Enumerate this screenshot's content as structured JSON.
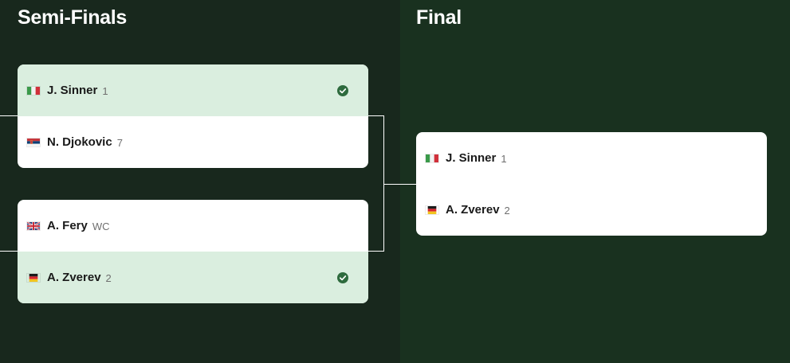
{
  "rounds": {
    "semi_finals": {
      "title": "Semi-Finals"
    },
    "final": {
      "title": "Final"
    }
  },
  "matches": {
    "semi1": {
      "players": [
        {
          "flag": "italy-flag-icon",
          "name": "J. Sinner",
          "seed": "1",
          "winner": true
        },
        {
          "flag": "serbia-flag-icon",
          "name": "N. Djokovic",
          "seed": "7",
          "winner": false
        }
      ]
    },
    "semi2": {
      "players": [
        {
          "flag": "uk-flag-icon",
          "name": "A. Fery",
          "seed": "WC",
          "winner": false
        },
        {
          "flag": "germany-flag-icon",
          "name": "A. Zverev",
          "seed": "2",
          "winner": true
        }
      ]
    },
    "final": {
      "players": [
        {
          "flag": "italy-flag-icon",
          "name": "J. Sinner",
          "seed": "1",
          "winner": false
        },
        {
          "flag": "germany-flag-icon",
          "name": "A. Zverev",
          "seed": "2",
          "winner": false
        }
      ]
    }
  },
  "icons": {
    "winner": "check-circle-icon"
  },
  "colors": {
    "semi_column_bg": "#18281d",
    "final_column_bg": "#19311f",
    "winner_row_bg": "#daeedf",
    "check_green": "#2e6b3e",
    "connector": "#ffffff"
  }
}
